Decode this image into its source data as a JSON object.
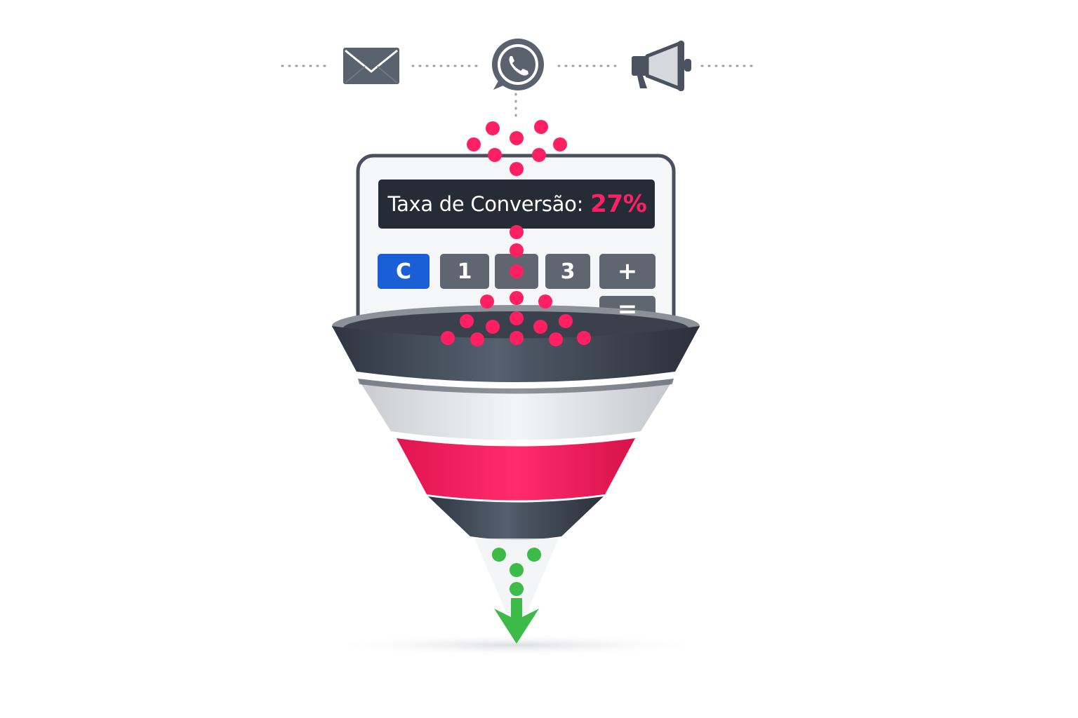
{
  "channels": [
    {
      "name": "email",
      "icon": "envelope-icon"
    },
    {
      "name": "whatsapp",
      "icon": "whatsapp-icon"
    },
    {
      "name": "ads",
      "icon": "megaphone-icon"
    }
  ],
  "calculator": {
    "display_label": "Taxa de Conversão:",
    "display_value": "27%",
    "keys": {
      "clear": "C",
      "one": "1",
      "three": "3",
      "plus": "+",
      "equals": "="
    }
  },
  "colors": {
    "lead_dot": "#ff1f63",
    "converted_dot": "#3dbb48",
    "funnel_dark": "#3c4553",
    "funnel_light": "#e6e7ea",
    "funnel_accent": "#ff1f63",
    "key_clear": "#1a5fd6",
    "key_default": "#5f6670"
  }
}
